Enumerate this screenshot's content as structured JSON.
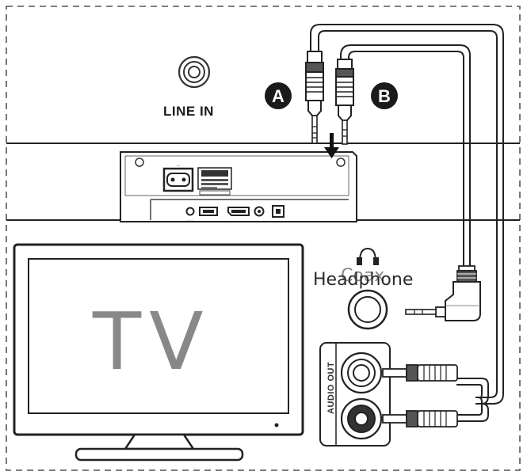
{
  "labels": {
    "line_in": "LINE IN",
    "plug_a": "A",
    "plug_b": "B",
    "tv": "TV",
    "coaxial": "Coax",
    "headphone": "Headphone",
    "audio_out": "AUDIO OUT"
  },
  "icons": [
    "line-in-jack-icon",
    "arrow-down-icon",
    "headphone-icon",
    "rca-jack-icon",
    "mini-jack-plug-icon"
  ]
}
